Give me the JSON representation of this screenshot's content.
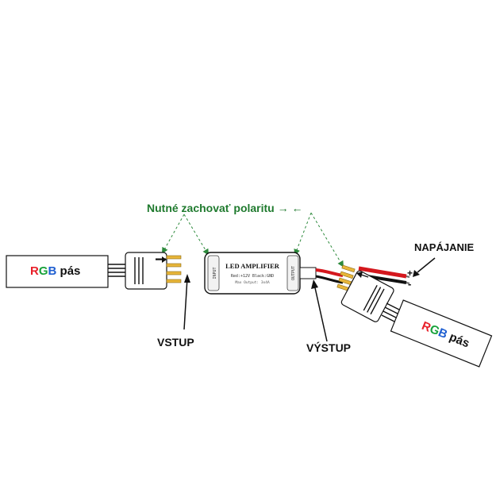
{
  "labels": {
    "polarity": "Nutné zachovať polaritu → ←",
    "input": "VSTUP",
    "output": "VÝSTUP",
    "power": "NAPÁJANIE",
    "plus": "+",
    "minus": "-"
  },
  "strip_left": {
    "r": "R",
    "g": "G",
    "b": "B",
    "suffix": " pás"
  },
  "strip_right": {
    "r": "R",
    "g": "G",
    "b": "B",
    "suffix": " pás"
  },
  "amplifier": {
    "title": "LED AMPLIFIER",
    "line1": "Red:+12V  Black:GND",
    "line2": "Max Output: 3x4A",
    "side_left": "INPUT",
    "side_right": "OUTPUT"
  },
  "colors": {
    "rgb_r": "#e8202a",
    "rgb_g": "#18a23a",
    "rgb_b": "#1f5fd1",
    "polarity_text": "#1f7a2e",
    "wire_red": "#d4171d",
    "wire_black": "#111111"
  },
  "icons": [
    "arrow-icon",
    "connector-pins-icon",
    "wire-icon"
  ]
}
